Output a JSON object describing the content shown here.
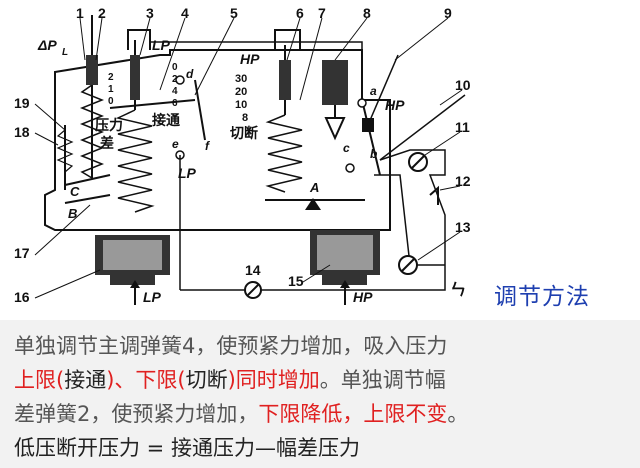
{
  "diagram": {
    "numbers": [
      "1",
      "2",
      "3",
      "4",
      "5",
      "6",
      "7",
      "8",
      "9",
      "10",
      "11",
      "12",
      "13",
      "14",
      "15",
      "16",
      "17",
      "18",
      "19"
    ],
    "labels": {
      "dp": "ΔP",
      "dp_sub": "L",
      "lp_top": "LP",
      "hp_top": "HP",
      "hp_right": "HP",
      "lp_side": "LP",
      "lp_bottom": "LP",
      "hp_bottom": "HP",
      "pressure_diff_1": "压力",
      "pressure_diff_2": "差",
      "connect": "接通",
      "cutoff": "切断",
      "letter_a": "a",
      "letter_b": "b",
      "letter_c": "c",
      "letter_d": "d",
      "letter_e": "e",
      "letter_f": "f",
      "letter_A": "A",
      "letter_B": "B",
      "letter_C": "C",
      "power": "ㄣ"
    },
    "scale_left": [
      "2",
      "1",
      "0"
    ],
    "scale_mid": [
      "0",
      "2",
      "4",
      "6"
    ],
    "scale_hp": [
      "30",
      "20",
      "10",
      "8"
    ]
  },
  "method_title": "调节方法",
  "caption": {
    "line1": "单独调节主调弹簧4，使预紧力增加，吸入压力",
    "line2_parts": [
      "上限(",
      "接通",
      ")、下限(",
      "切断",
      ")",
      "同时增加",
      "。单独调节幅"
    ],
    "line3_parts": [
      "差弹簧2，使预紧力增加，",
      "下限降低，上限不变",
      "。"
    ],
    "line4": "低压断开压力 = 接通压力—幅差压力"
  },
  "colors": {
    "red": "#e02020",
    "blue": "#1e3fb0",
    "gray_text": "#555555"
  }
}
